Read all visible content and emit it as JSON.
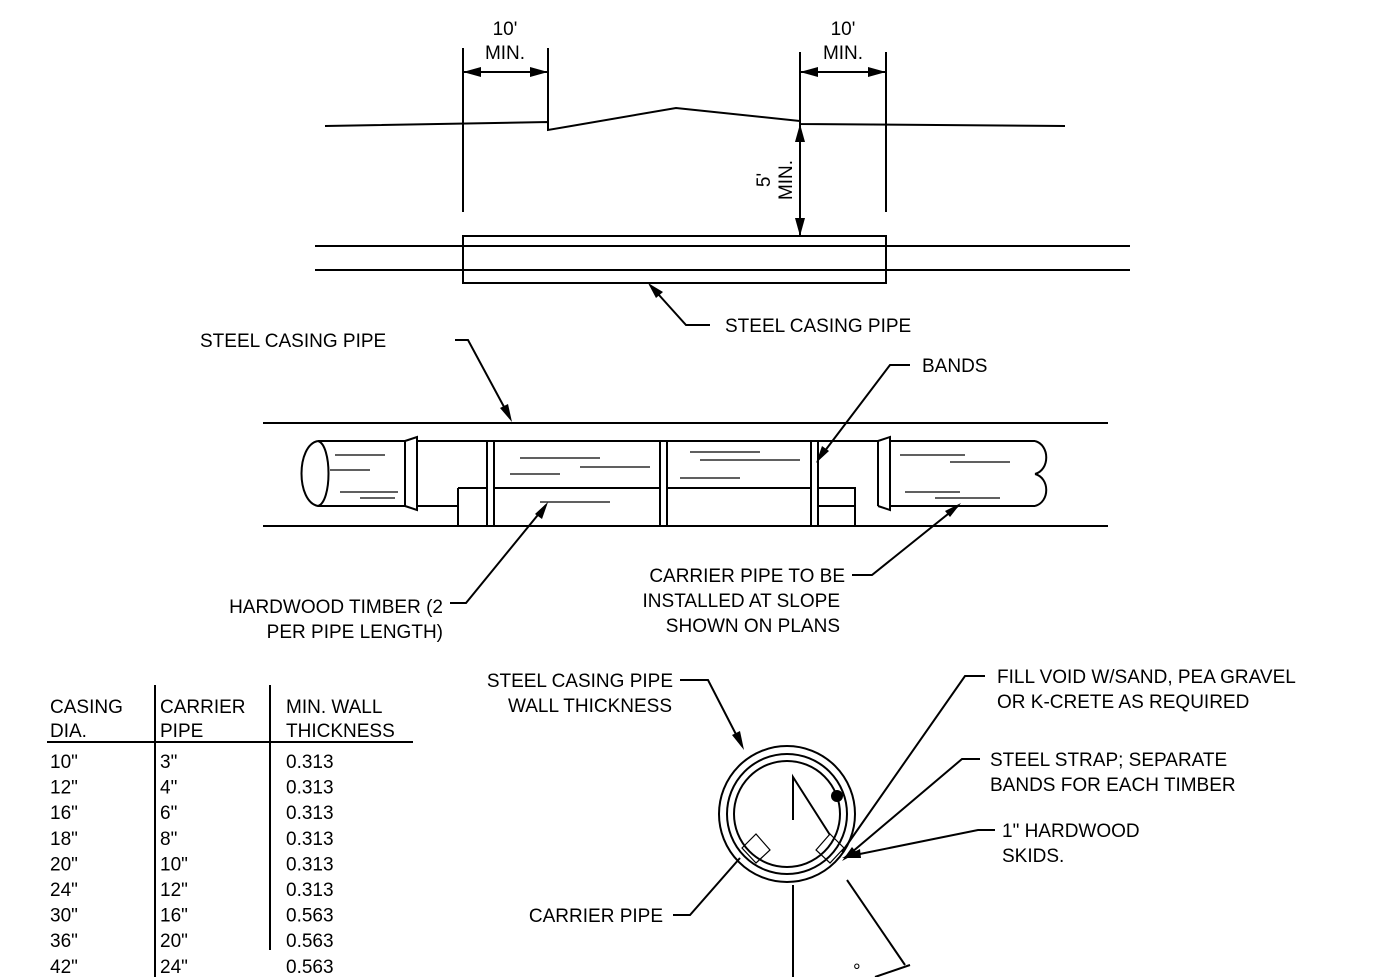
{
  "profile": {
    "dim_left_line1": "10'",
    "dim_left_line2": "MIN.",
    "dim_right_line1": "10'",
    "dim_right_line2": "MIN.",
    "dim_depth_line1": "5'",
    "dim_depth_line2": "MIN.",
    "casing_label": "STEEL CASING PIPE"
  },
  "section": {
    "casing_label": "STEEL CASING PIPE",
    "bands_label": "BANDS",
    "timber_label": [
      "HARDWOOD TIMBER (2",
      "PER PIPE LENGTH)"
    ],
    "carrier_label": [
      "CARRIER PIPE TO BE",
      "INSTALLED AT SLOPE",
      "SHOWN ON PLANS"
    ]
  },
  "cross_section": {
    "casing_wall_label": [
      "STEEL CASING PIPE",
      "WALL THICKNESS"
    ],
    "fill_label": [
      "FILL VOID W/SAND, PEA GRAVEL",
      "OR K-CRETE AS REQUIRED"
    ],
    "strap_label": [
      "STEEL STRAP; SEPARATE",
      "BANDS FOR EACH TIMBER"
    ],
    "skids_label": [
      "1\" HARDWOOD",
      "SKIDS."
    ],
    "carrier_label": "CARRIER PIPE",
    "angle_label": "°"
  },
  "table": {
    "headers": [
      [
        "CASING",
        "DIA."
      ],
      [
        "CARRIER",
        "PIPE"
      ],
      [
        "MIN. WALL",
        "THICKNESS"
      ]
    ],
    "rows": [
      [
        "10\"",
        "3\"",
        "0.313"
      ],
      [
        "12\"",
        "4\"",
        "0.313"
      ],
      [
        "16\"",
        "6\"",
        "0.313"
      ],
      [
        "18\"",
        "8\"",
        "0.313"
      ],
      [
        "20\"",
        "10\"",
        "0.313"
      ],
      [
        "24\"",
        "12\"",
        "0.313"
      ],
      [
        "30\"",
        "16\"",
        "0.563"
      ],
      [
        "36\"",
        "20\"",
        "0.563"
      ],
      [
        "42\"",
        "24\"",
        "0.563"
      ]
    ]
  }
}
